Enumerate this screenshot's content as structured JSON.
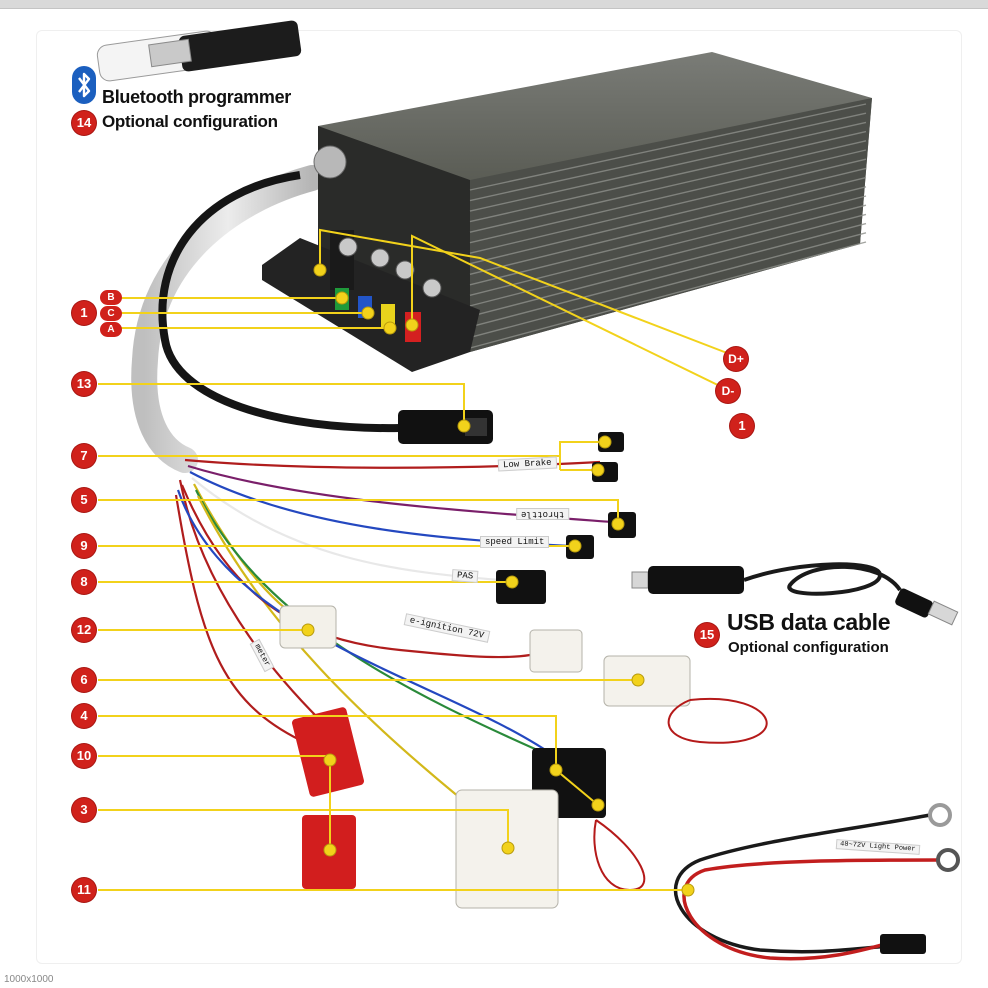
{
  "bluetooth": {
    "badge": "14",
    "title": "Bluetooth programmer",
    "subtitle": "Optional configuration",
    "icon": "bluetooth-icon"
  },
  "usb_cable": {
    "badge": "15",
    "title": "USB data cable",
    "subtitle": "Optional configuration"
  },
  "phase": {
    "badge": "1",
    "labels": [
      "B",
      "C",
      "A"
    ]
  },
  "power_terminals": {
    "plus": "D+",
    "minus": "D-",
    "badge": "1"
  },
  "callouts": [
    "13",
    "7",
    "5",
    "9",
    "8",
    "12",
    "6",
    "4",
    "10",
    "3",
    "11"
  ],
  "wire_tags": {
    "low_brake": "Low Brake",
    "throttle": "throttle",
    "speed_limit": "speed Limit",
    "pas": "PAS",
    "e_ignition": "e-ignition 72V",
    "light_power": "48~72V Light Power",
    "meter": "meter"
  },
  "footer": "1000x1000",
  "colors": {
    "badge_red": "#d0211b",
    "pointer_yellow": "#f2d21b",
    "controller_body": "#5c5e5a"
  }
}
